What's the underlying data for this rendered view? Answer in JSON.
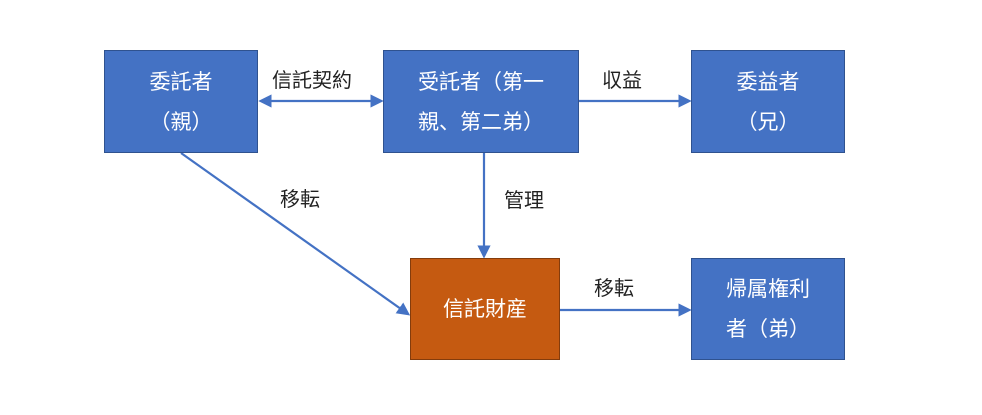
{
  "nodes": {
    "settlor": {
      "line1": "委託者",
      "line2": "（親）"
    },
    "trustee": {
      "line1": "受託者（第一",
      "line2": "親、第二弟）"
    },
    "beneficiary": {
      "line1": "委益者",
      "line2": "（兄）"
    },
    "trust_property": {
      "line1": "信託財産"
    },
    "remainder": {
      "line1": "帰属権利",
      "line2": "者（弟）"
    }
  },
  "edges": {
    "settlor_trustee": "信託契約",
    "trustee_beneficiary": "収益",
    "settlor_property": "移転",
    "trustee_property": "管理",
    "property_remainder": "移転"
  },
  "colors": {
    "node_blue": "#4472c4",
    "node_orange": "#c55a11",
    "arrow": "#4472c4"
  }
}
